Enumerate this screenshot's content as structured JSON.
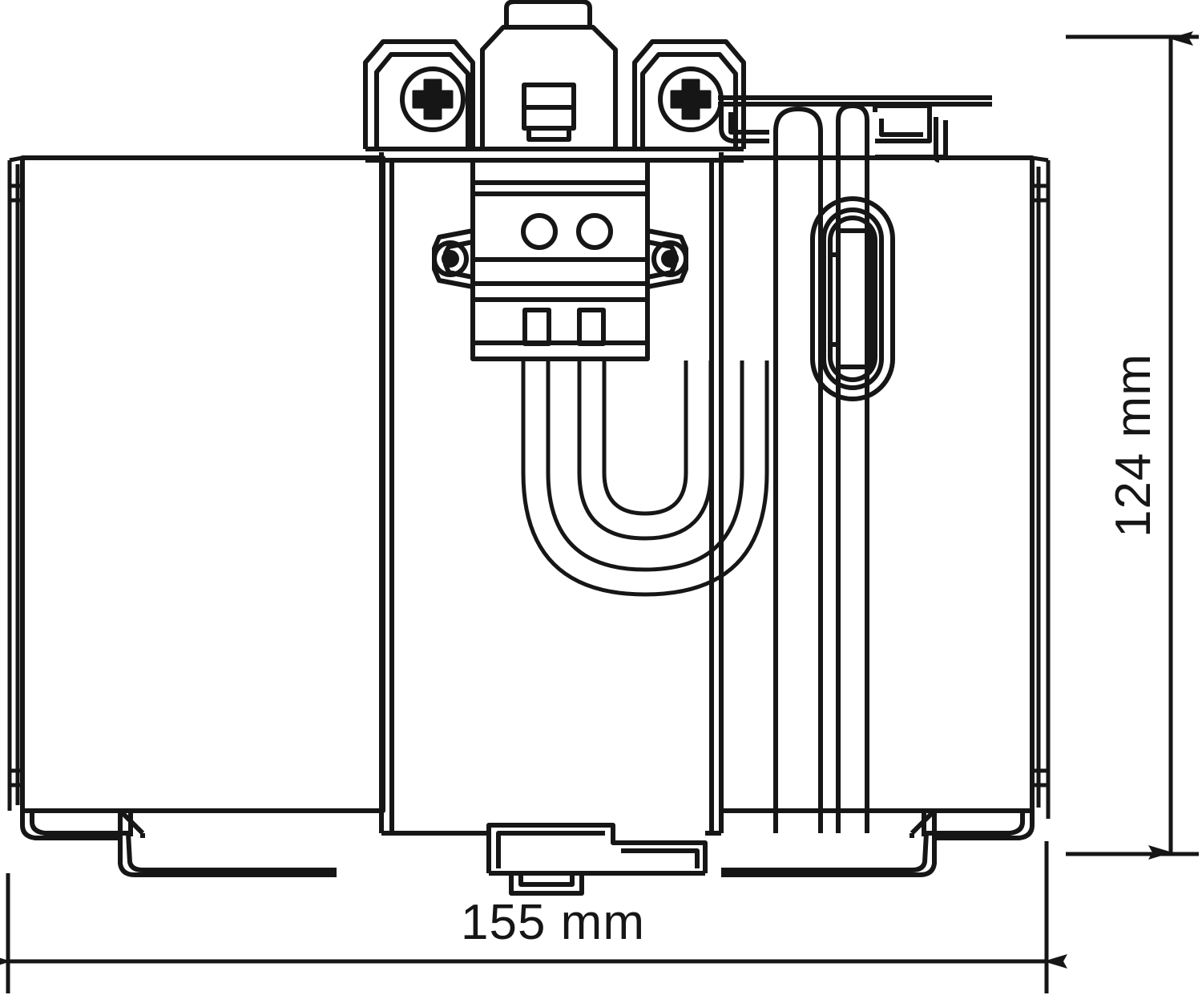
{
  "drawing": {
    "type": "technical-line-drawing",
    "subject": "Component outline drawing with overall dimensions",
    "view": "front-elevation",
    "units": "mm",
    "background_color": "#ffffff",
    "line_color": "#161616",
    "dimensions": {
      "width": {
        "id": "overall-width",
        "label": "155 mm",
        "value": 155,
        "unit": "mm",
        "orientation": "horizontal",
        "position": "bottom"
      },
      "height": {
        "id": "overall-height",
        "label": "124 mm",
        "value": 124,
        "unit": "mm",
        "orientation": "vertical",
        "rotation_deg": -90,
        "position": "right"
      }
    },
    "features": {
      "top_bracket": "mounting-bracket-with-two-phillips-screws",
      "screw_count": 2,
      "center_body": "valve-body-with-two-circular-ports",
      "port_count": 2,
      "slot_count": 2,
      "tube_loop": "u-shaped-double-tube-loop",
      "cable_clamp": "nested-oval-cable-clamp",
      "bottom_foot": "center-mounting-tab-with-clip",
      "side_rails": 2
    }
  }
}
